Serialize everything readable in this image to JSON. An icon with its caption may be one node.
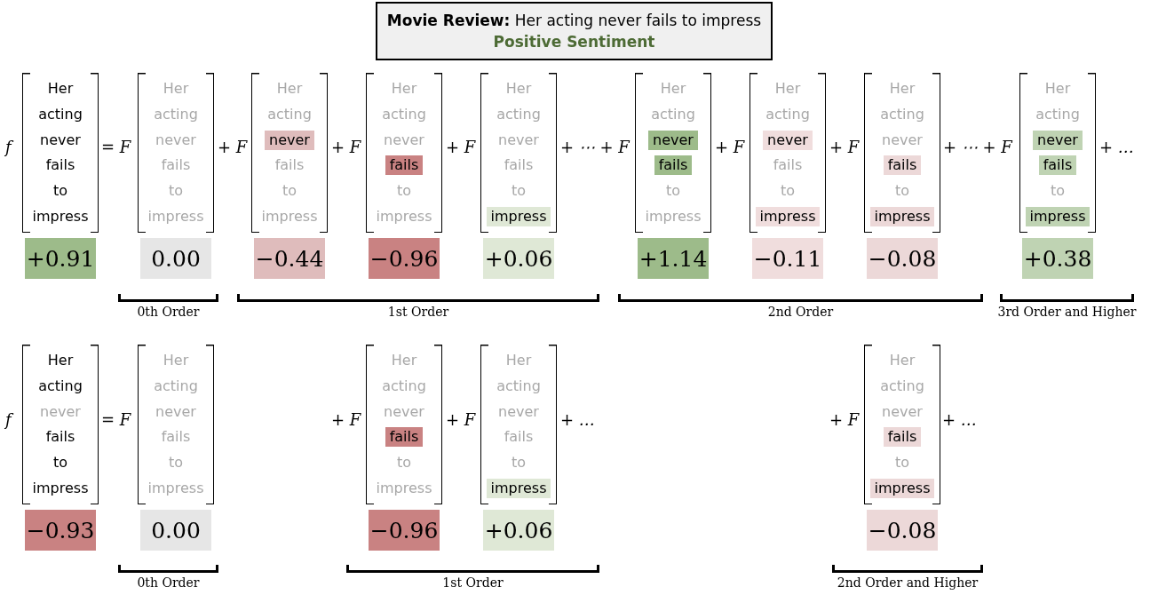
{
  "diagram": {
    "nodes": [
      {
        "text": [
          "**Movie Review:** Her acting never fails to impress",
          "Positive Sentiment"
        ]
      },
      {
        "text": [
          "Her",
          "acting",
          "never",
          "fails",
          "to",
          "impress"
        ]
      },
      {
        "text": [
          "Her",
          "acting",
          "never",
          "fails",
          "to",
          "impress"
        ]
      },
      {
        "text": [
          "Her",
          "acting",
          "never",
          "fails",
          "to",
          "impress"
        ]
      },
      {
        "text": [
          "Her",
          "acting",
          "never",
          "fails",
          "to",
          "impress"
        ]
      },
      {
        "text": [
          "Her",
          "acting",
          "never",
          "fails",
          "to",
          "impress"
        ]
      },
      {
        "text": [
          "Her",
          "acting",
          "never",
          "fails",
          "to",
          "impress"
        ]
      },
      {
        "text": [
          "Her",
          "acting",
          "never",
          "fails",
          "to",
          "impress"
        ]
      },
      {
        "text": [
          "Her",
          "acting",
          "never",
          "fails",
          "to",
          "impress"
        ]
      },
      {
        "text": [
          "Her",
          "acting",
          "never",
          "fails",
          "to",
          "impress"
        ]
      },
      {
        "text": [
          "+0.91"
        ]
      },
      {
        "text": [
          "0.00"
        ]
      },
      {
        "text": [
          "−0.44"
        ]
      },
      {
        "text": [
          "−0.96"
        ]
      },
      {
        "text": [
          "+0.06"
        ]
      },
      {
        "text": [
          "+1.14"
        ]
      },
      {
        "text": [
          "−0.11"
        ]
      },
      {
        "text": [
          "−0.08"
        ]
      },
      {
        "text": [
          "+0.38"
        ]
      },
      {
        "text": [
          "Her",
          "acting",
          "never",
          "fails",
          "to",
          "impress"
        ]
      },
      {
        "text": [
          "Her",
          "acting",
          "never",
          "fails",
          "to",
          "impress"
        ]
      },
      {
        "text": [
          "Her",
          "acting",
          "never",
          "fails",
          "to",
          "impress"
        ]
      },
      {
        "text": [
          "Her",
          "acting",
          "never",
          "fails",
          "to",
          "impress"
        ]
      },
      {
        "text": [
          "Her",
          "acting",
          "never",
          "fails",
          "to",
          "impress"
        ]
      },
      {
        "text": [
          "−0.93"
        ]
      },
      {
        "text": [
          "0.00"
        ]
      },
      {
        "text": [
          "−0.96"
        ]
      },
      {
        "text": [
          "+0.06"
        ]
      },
      {
        "text": [
          "−0.08"
        ]
      }
    ],
    "labels": [
      "f",
      "= F",
      "+ F",
      "+ F",
      "+ F",
      "+ ⋯ + F",
      "+ F",
      "+ F",
      "+ ⋯ + F",
      "+ …",
      "0th Order",
      "1st Order",
      "2nd Order",
      "3rd Order and Higher",
      "f",
      "= F",
      "+ F",
      "+ F",
      "+ …",
      "+ F",
      "+ …",
      "0th Order",
      "1st Order",
      "2nd Order and Higher"
    ]
  }
}
